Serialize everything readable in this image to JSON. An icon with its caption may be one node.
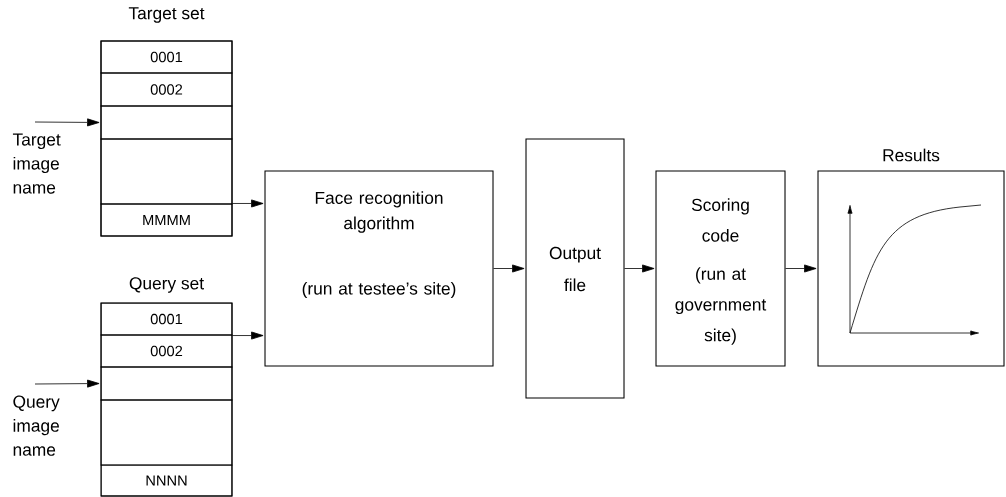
{
  "diagram": {
    "nodes": [
      {
        "text": [
          "Target set"
        ]
      },
      {
        "text": [
          "0001"
        ],
        "in": 0
      },
      {
        "text": [
          "0002"
        ],
        "in": 0
      },
      {
        "text": [],
        "shape": "box",
        "in": 0
      },
      {
        "text": [],
        "shape": "box",
        "in": 0
      },
      {
        "text": [
          "MMMM"
        ],
        "in": 0
      },
      {
        "text": [
          "Target image name"
        ]
      },
      {
        "text": [
          "Query set"
        ]
      },
      {
        "text": [
          "0001"
        ],
        "in": 7
      },
      {
        "text": [
          "0002"
        ],
        "in": 7
      },
      {
        "text": [],
        "shape": "box",
        "in": 7
      },
      {
        "text": [],
        "shape": "box",
        "in": 7
      },
      {
        "text": [
          "NNNN"
        ],
        "in": 7
      },
      {
        "text": [
          "Query image name"
        ]
      },
      {
        "text": [
          "Face recognition algorithm",
          "(run at testee’s site)"
        ]
      },
      {
        "text": [
          "Output file"
        ]
      },
      {
        "text": [
          "Scoring code",
          "(run at government site)"
        ]
      },
      {
        "text": [
          "Results"
        ]
      }
    ],
    "edges": [
      {
        "from": 6,
        "to": 3,
        "arrow": "to"
      },
      {
        "from": 13,
        "to": 10,
        "arrow": "to"
      },
      {
        "from": 0,
        "to": 14,
        "arrow": "to"
      },
      {
        "from": 7,
        "to": 14,
        "arrow": "to"
      },
      {
        "from": 14,
        "to": 15,
        "arrow": "to"
      },
      {
        "from": 15,
        "to": 16,
        "arrow": "to"
      },
      {
        "from": 16,
        "to": 17,
        "arrow": "to"
      }
    ]
  }
}
